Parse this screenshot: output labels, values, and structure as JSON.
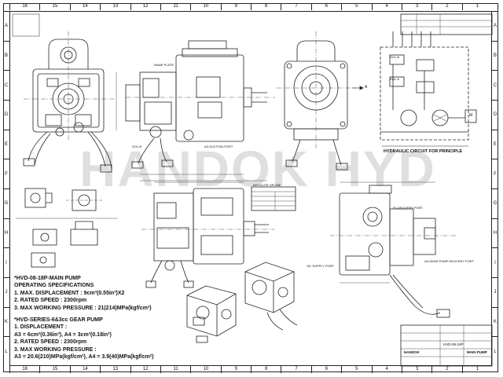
{
  "watermark": "HANDOK HYD",
  "zones_top": [
    "16",
    "15",
    "14",
    "13",
    "12",
    "11",
    "10",
    "9",
    "8",
    "7",
    "6",
    "5",
    "4",
    "3",
    "2",
    "1"
  ],
  "zones_side": [
    "A",
    "B",
    "C",
    "D",
    "E",
    "F",
    "G",
    "H",
    "I",
    "J",
    "K",
    "L"
  ],
  "specs": {
    "main_pump_title": "*HVD-08-18P-MAIN PUMP",
    "operating_specs": "OPERATING SPECIFICATIONS",
    "max_displacement": "1. MAX. DISPLACEMENT : 9cm³(0.55in³)X2",
    "rated_speed": "2. RATED SPEED : 2300rpm",
    "max_pressure": "3. MAX WORKING PRESSURE : 21(214)MPa(kgf/cm²)",
    "gear_pump_title": "*HVD-SERIES-6&3cc GEAR PUMP",
    "gear_displacement": "1.      DISPLACEMENT :",
    "gear_displacement_values": "A3 = 6cm³(0.36in³), A4 = 3cm³(0.18in³)",
    "gear_rated_speed": "2.      RATED SPEED : 2300rpm",
    "gear_max_pressure": "3.      MAX WORKING PRESSURE :",
    "gear_pressure_values": "A3 = 20.6(210)MPa(kgf/cm²), A4 = 3.9(40)MPa(kgf/cm²)"
  },
  "labels": {
    "suction_port": "A3-SUCTION PORT",
    "gear_pump_delivery": "A3-GEAR PUMP DELIVERY PORT",
    "delivery_port_p1": "P1-DELIVERY PORT",
    "oil_supply_port": "OIL SUPPLY PORT",
    "involute_spline": "INVOLUTE SPLINE",
    "arrow_a": "A",
    "hydraulic_circuit": "HYDRAULIC CIRCUIT FOR PRINCIPLE",
    "name_plate": "NAME PLATE",
    "sol_b": "SOL-B",
    "sol_a": "SOL-A",
    "motor_m": "M",
    "title_block_name": "MAIN PUMP",
    "title_block_company": "HANDOK",
    "title_block_model": "HVD-08-18P"
  },
  "colors": {
    "line": "#222222",
    "watermark": "#505050"
  }
}
